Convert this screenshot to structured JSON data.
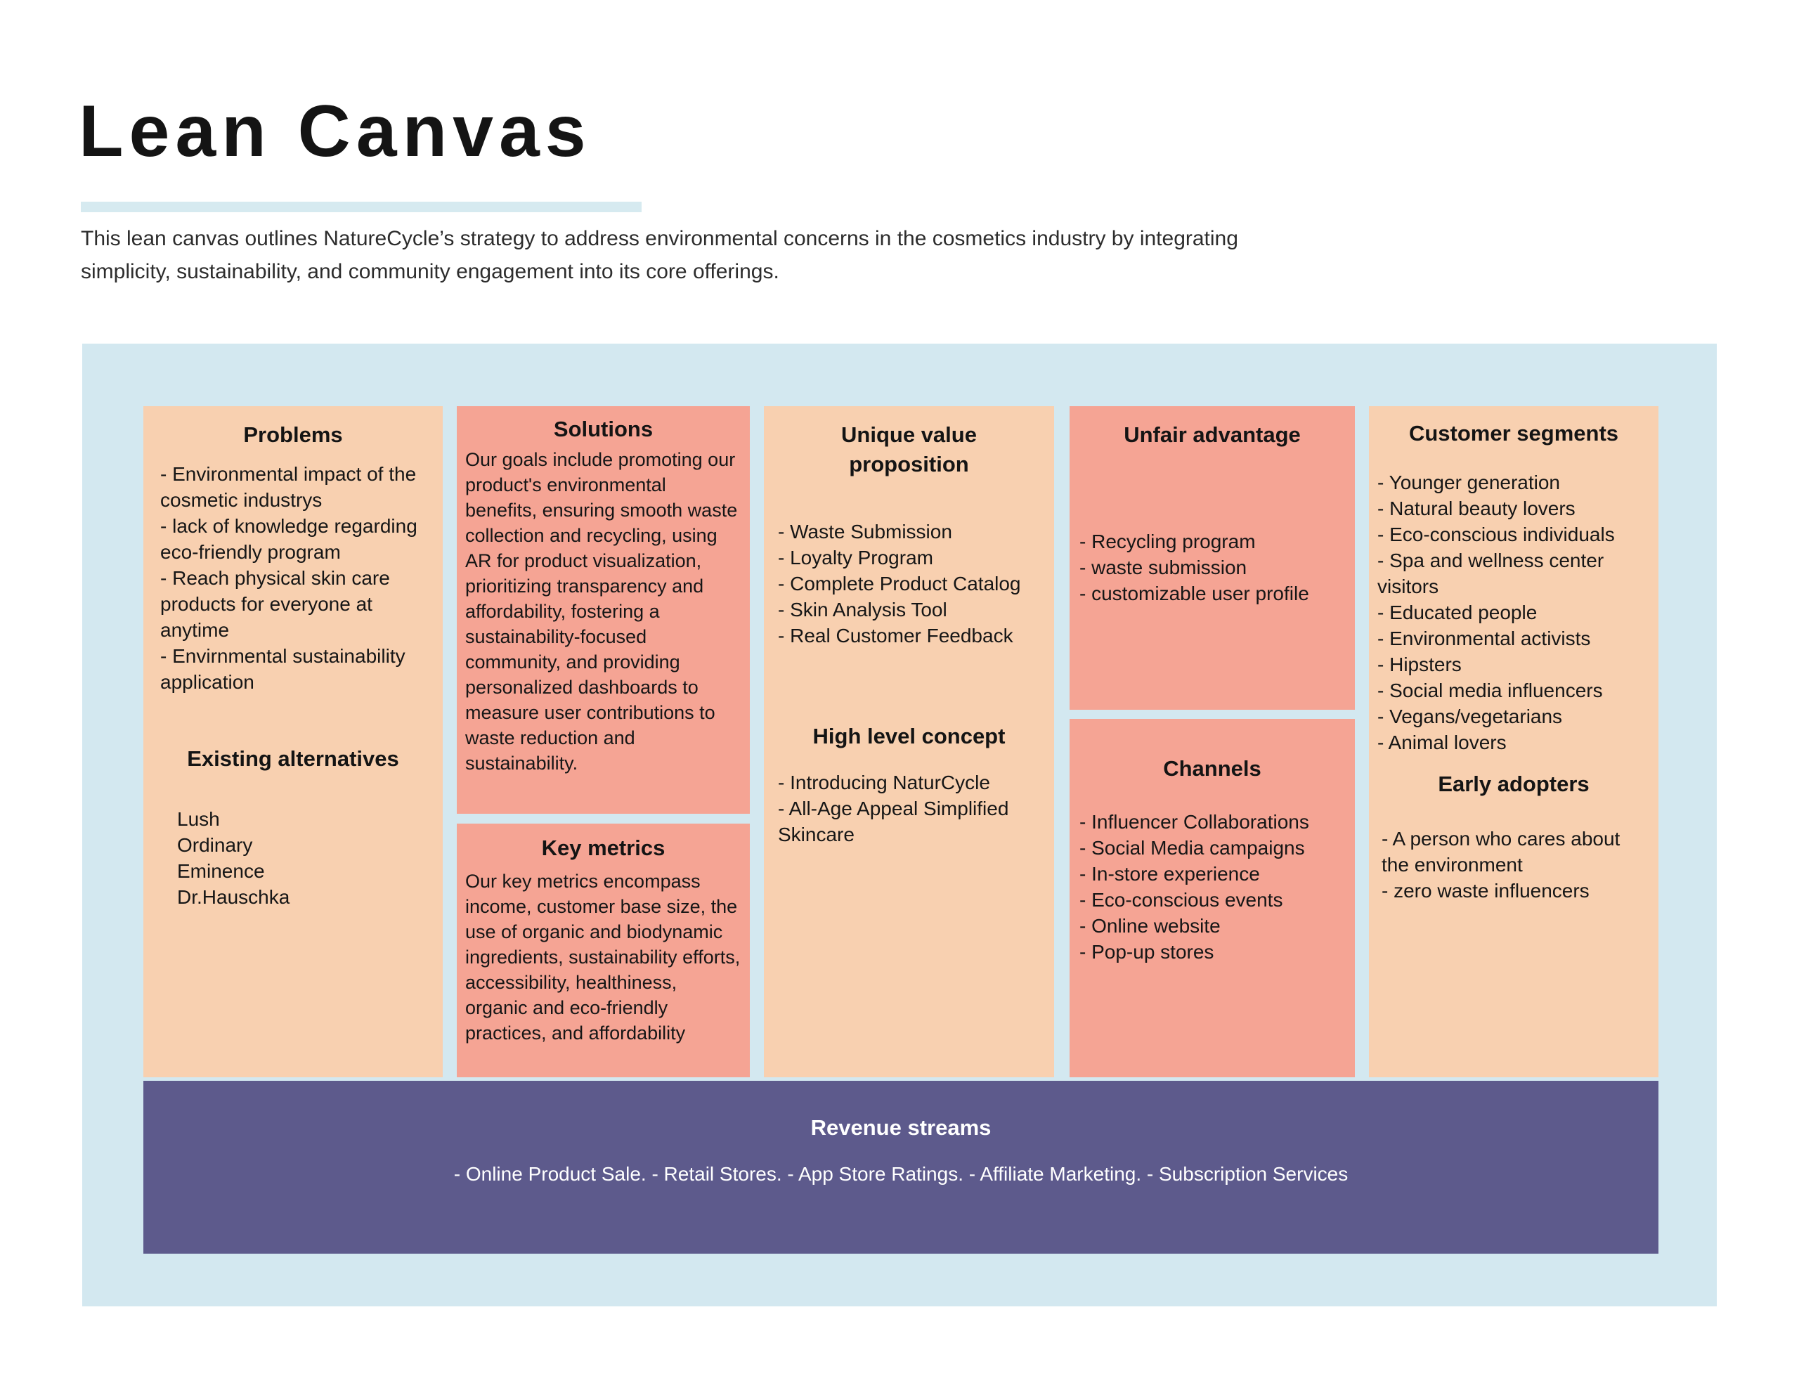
{
  "header": {
    "title": "Lean Canvas",
    "subtitle": "This lean canvas outlines NatureCycle’s strategy to address environmental concerns in the cosmetics industry by integrating simplicity, sustainability, and community engagement into its core offerings."
  },
  "colors": {
    "canvas_bg": "#d3e8f0",
    "peach_box": "#f8d0b0",
    "salmon_box": "#f5a494",
    "revenue_box": "#5d5a8c",
    "title_underline": "#d6eaf0",
    "revenue_text": "#ffffff",
    "body_text": "#161616"
  },
  "canvas": {
    "problems": {
      "title": "Problems",
      "items": [
        "- Environmental impact of the cosmetic industrys",
        "- lack of knowledge regarding eco-friendly program",
        "- Reach physical skin care products for everyone at anytime",
        "- Envirnmental sustainability application"
      ],
      "existing_alternatives": {
        "title": "Existing alternatives",
        "items": [
          "Lush",
          "Ordinary",
          "Eminence",
          "Dr.Hauschka"
        ]
      }
    },
    "solutions": {
      "title": "Solutions",
      "body": "Our goals include promoting our product's environmental benefits, ensuring smooth waste collection and recycling, using AR for product visualization, prioritizing transparency and affordability, fostering a sustainability-focused community, and providing personalized dashboards to measure user contributions to waste reduction and sustainability."
    },
    "key_metrics": {
      "title": "Key metrics",
      "body": "Our key metrics encompass income, customer base size, the use of organic and biodynamic ingredients, sustainability efforts, accessibility, healthiness, organic and eco-friendly practices, and affordability"
    },
    "unique_value_proposition": {
      "title": "Unique value proposition",
      "items": [
        "- Waste Submission",
        "- Loyalty Program",
        "- Complete Product Catalog",
        "- Skin Analysis Tool",
        "- Real Customer Feedback"
      ],
      "high_level_concept": {
        "title": "High level concept",
        "items": [
          "- Introducing NaturCycle",
          "- All-Age Appeal Simplified Skincare"
        ]
      }
    },
    "unfair_advantage": {
      "title": "Unfair advantage",
      "items": [
        "- Recycling program",
        "- waste submission",
        "- customizable user profile"
      ]
    },
    "channels": {
      "title": "Channels",
      "items": [
        "- Influencer Collaborations",
        "- Social Media campaigns",
        "- In-store experience",
        "- Eco-conscious events",
        "- Online website",
        "- Pop-up stores"
      ]
    },
    "customer_segments": {
      "title": "Customer segments",
      "items": [
        "- Younger generation",
        "- Natural beauty lovers",
        "- Eco-conscious individuals",
        "- Spa and wellness center visitors",
        "- Educated people",
        "- Environmental activists",
        "- Hipsters",
        "- Social media influencers",
        "- Vegans/vegetarians",
        "- Animal lovers"
      ],
      "early_adopters": {
        "title": "Early adopters",
        "items": [
          "- A person who cares about the environment",
          "- zero waste influencers"
        ]
      }
    },
    "revenue_streams": {
      "title": "Revenue streams",
      "body": "- Online Product Sale. - Retail Stores. - App Store Ratings. - Affiliate Marketing. - Subscription Services"
    }
  }
}
